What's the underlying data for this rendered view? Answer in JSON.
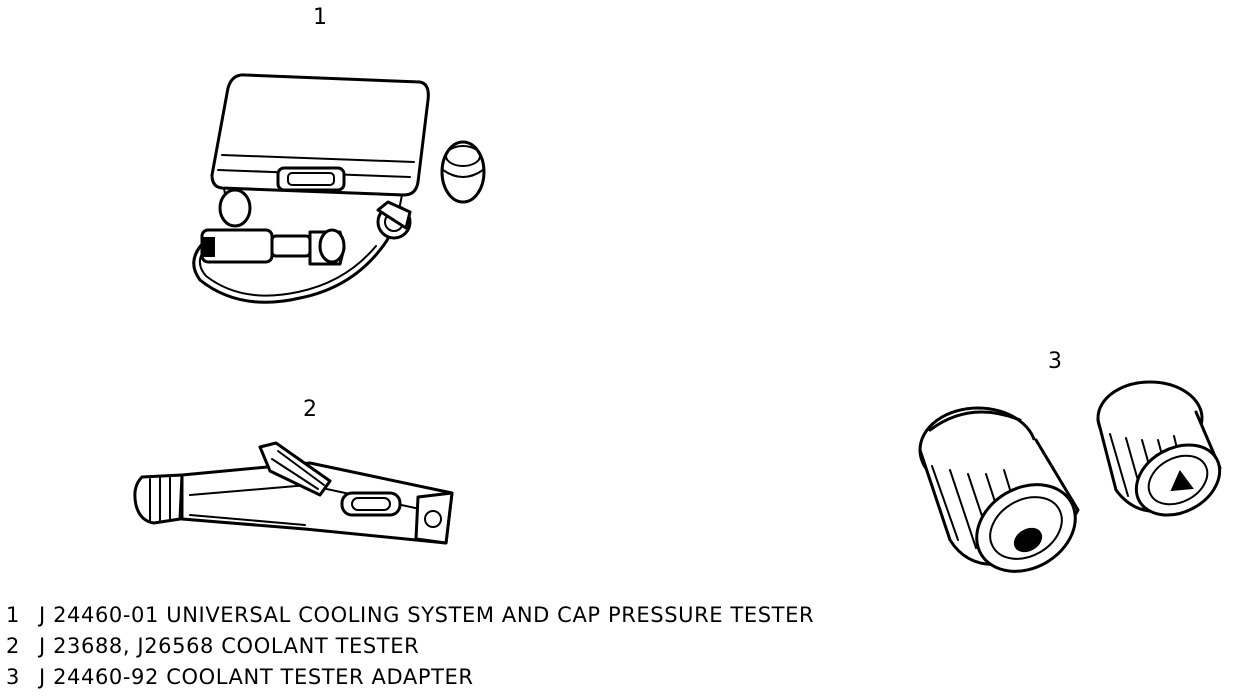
{
  "callouts": {
    "tool1": "1",
    "tool2": "2",
    "tool3": "3"
  },
  "legend": [
    {
      "num": "1",
      "text": "J 24460-01 UNIVERSAL COOLING SYSTEM AND CAP PRESSURE TESTER"
    },
    {
      "num": "2",
      "text": "J 23688, J26568 COOLANT TESTER"
    },
    {
      "num": "3",
      "text": "J 24460-92 COOLANT TESTER ADAPTER"
    }
  ]
}
